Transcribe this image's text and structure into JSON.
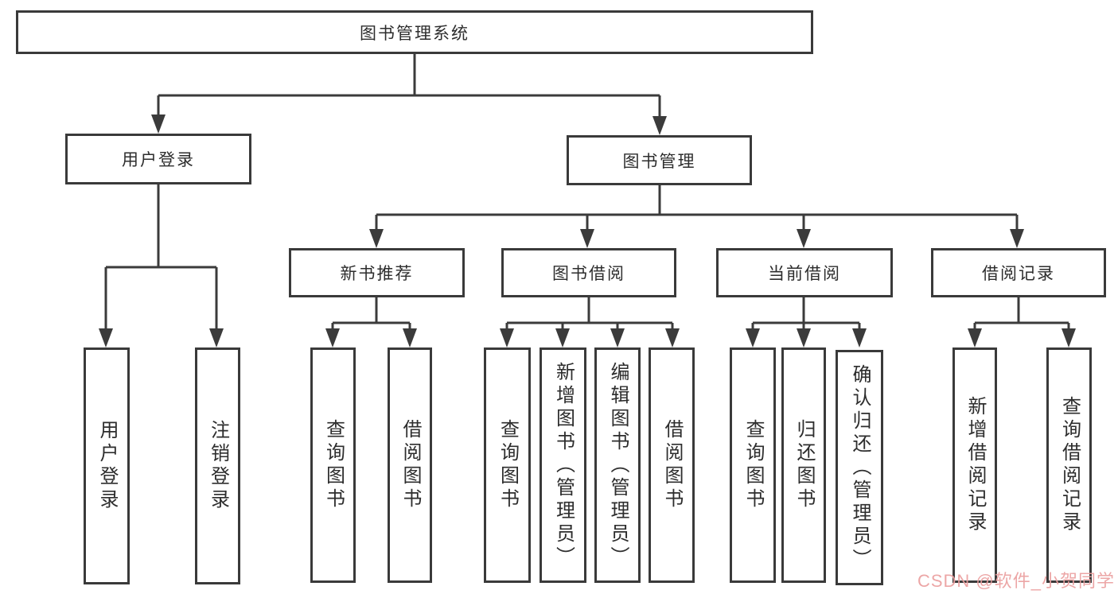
{
  "nodes": {
    "root": "图书管理系统",
    "user_login": "用户登录",
    "book_mgmt": "图书管理",
    "user_login_leaf": "用户登录",
    "logout_leaf": "注销登录",
    "new_book_rec": "新书推荐",
    "book_borrow": "图书借阅",
    "current_borrow": "当前借阅",
    "borrow_record": "借阅记录",
    "nb_query_book": "查询图书",
    "nb_borrow_book": "借阅图书",
    "bb_query_book": "查询图书",
    "bb_add_book_admin": "新增图书（管理员）",
    "bb_edit_book_admin": "编辑图书（管理员）",
    "bb_borrow_book": "借阅图书",
    "cb_query_book": "查询图书",
    "cb_return_book": "归还图书",
    "cb_confirm_return_admin": "确认归还（管理员）",
    "br_add_record": "新增借阅记录",
    "br_query_record": "查询借阅记录"
  },
  "watermark": {
    "text": "CSDN @软件_小贺同学"
  },
  "colors": {
    "line": "#3b3b3b",
    "border": "#3a3a3a",
    "background": "#ffffff",
    "text": "#2d2d2d",
    "watermark": "#eb9f9f"
  }
}
